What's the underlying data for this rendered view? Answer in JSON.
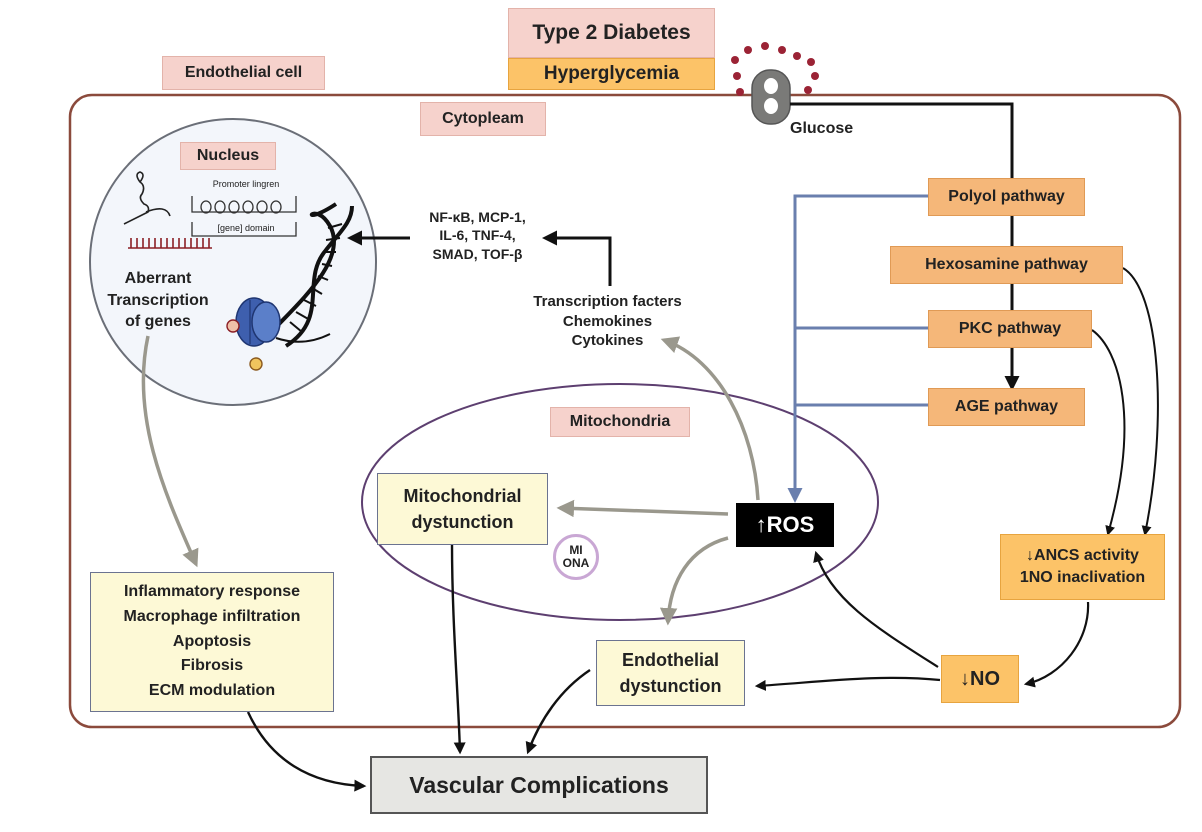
{
  "header": {
    "title": "Type 2 Diabetes",
    "subtitle": "Hyperglycemia"
  },
  "labels": {
    "endothelial_cell": "Endothelial cell",
    "cytoplasm": "Cytopleam",
    "nucleus": "Nucleus",
    "mitochondria": "Mitochondria",
    "glucose": "Glucose",
    "aberrant": "Aberrant\nTranscription\nof genes",
    "nfkb": "NF-κB, MCP-1,\nIL-6, TNF-4,\nSMAD, TOF-β",
    "transcription": "Transcription facters\nChemokines\nCytokines",
    "mtdna": "MI\nONA",
    "promoter": "Promoter lingren",
    "gene": "[gene] domain"
  },
  "pathways": {
    "polyol": "Polyol pathway",
    "hexosamine": "Hexosamine pathway",
    "pkc": "PKC pathway",
    "age": "AGE pathway"
  },
  "nodes": {
    "ros": "↑ROS",
    "mito_dysfunction": "Mitochondrial\ndystunction",
    "endo_dysfunction": "Endothelial\ndystunction",
    "enos": "↓ANCS activity\n1NO inaclivation",
    "no": "↓NO",
    "inflammatory": "Inflammatory response\nMacrophage infiltration\nApoptosis\nFibrosis\nECM modulation",
    "vascular": "Vascular Complications"
  },
  "colors": {
    "cell_border": "#8b4a3c",
    "pathway_arrow": "#6a7fae",
    "grey_arrow": "#9a988d",
    "black_arrow": "#111111",
    "mito_border": "#5d3f70"
  },
  "icons": [
    "glucose-transporter-icon",
    "glucose-molecule-icon",
    "dna-helix-icon",
    "nucleosome-icon",
    "rna-strand-icon"
  ]
}
